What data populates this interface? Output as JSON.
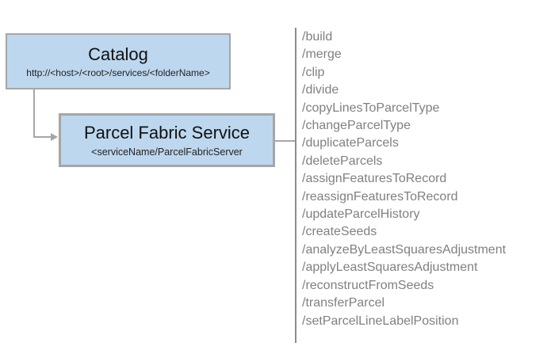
{
  "catalog_box": {
    "title": "Catalog",
    "subtitle": "http://<host>/<root>/services/<folderName>"
  },
  "service_box": {
    "title": "Parcel Fabric Service",
    "subtitle": "<serviceName/ParcelFabricServer"
  },
  "operations": [
    "/build",
    "/merge",
    "/clip",
    "/divide",
    "/copyLinesToParcelType",
    "/changeParcelType",
    "/duplicateParcels",
    "/deleteParcels",
    "/assignFeaturesToRecord",
    "/reassignFeaturesToRecord",
    "/updateParcelHistory",
    "/createSeeds",
    "/analyzeByLeastSquaresAdjustment",
    "/applyLeastSquaresAdjustment",
    "/reconstructFromSeeds",
    "/transferParcel",
    "/setParcelLineLabelPosition"
  ],
  "colors": {
    "box_fill": "#BDD7EE",
    "box_border": "#A6A6A6",
    "connector": "#A6A6A6",
    "separator_line": "#8C8C8C",
    "operation_text": "#808080",
    "title_text": "#111111"
  }
}
